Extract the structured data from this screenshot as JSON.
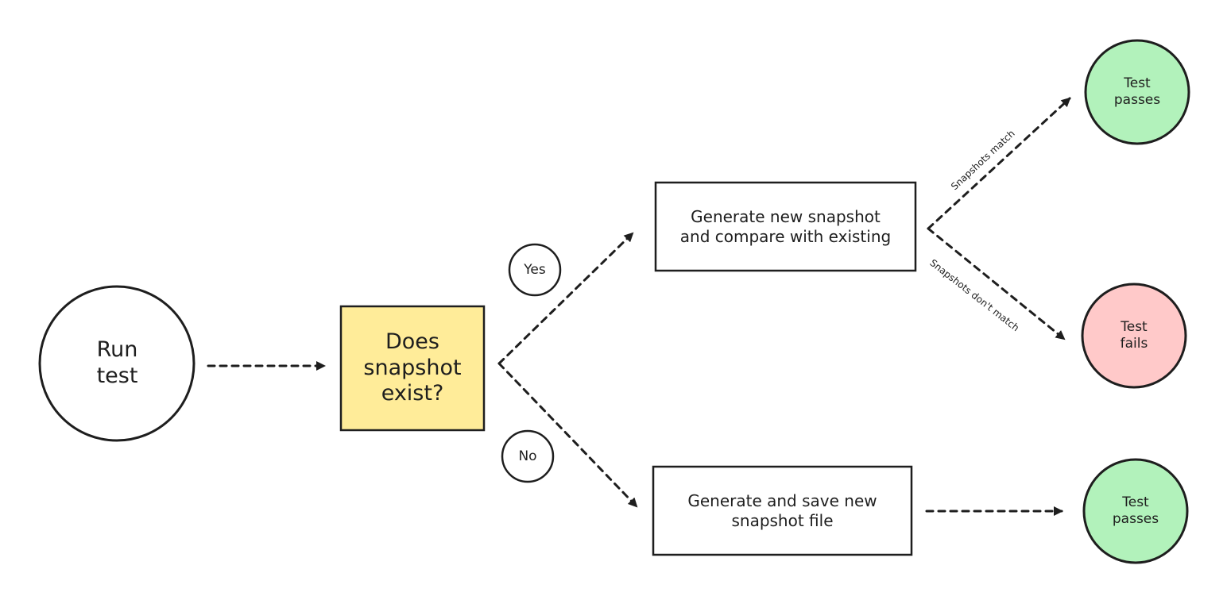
{
  "nodes": {
    "run_test": "Run\ntest",
    "decision": "Does\nsnapshot\nexist?",
    "yes_label": "Yes",
    "no_label": "No",
    "compare_box": "Generate new snapshot\nand compare with existing",
    "save_box": "Generate and save new\nsnapshot file",
    "pass_top": "Test\npasses",
    "fail": "Test\nfails",
    "pass_bottom": "Test\npasses"
  },
  "edges": {
    "match_label": "Snapshots match",
    "nomatch_label": "Snapshots don't match"
  },
  "colors": {
    "decision_fill": "#ffec99",
    "pass_fill": "#b2f2bb",
    "fail_fill": "#ffc9c9",
    "stroke": "#1e1e1e"
  }
}
